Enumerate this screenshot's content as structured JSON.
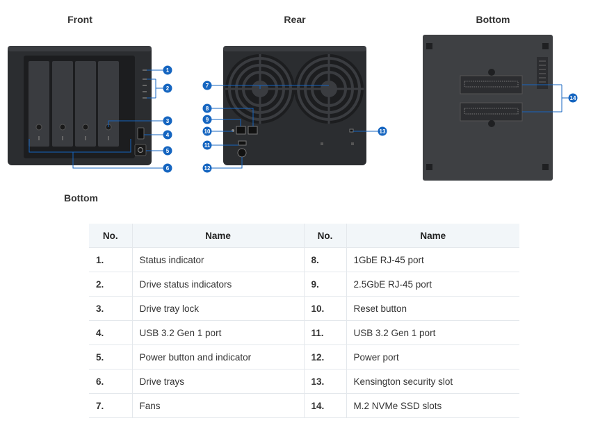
{
  "views": {
    "front": "Front",
    "rear": "Rear",
    "bottom": "Bottom"
  },
  "caption": "Bottom",
  "callouts": [
    "1",
    "2",
    "3",
    "4",
    "5",
    "6",
    "7",
    "8",
    "9",
    "10",
    "11",
    "12",
    "13",
    "14"
  ],
  "table": {
    "headers": [
      "No.",
      "Name",
      "No.",
      "Name"
    ],
    "rows": [
      {
        "no1": "1.",
        "name1": "Status indicator",
        "no2": "8.",
        "name2": "1GbE RJ-45 port"
      },
      {
        "no1": "2.",
        "name1": "Drive status indicators",
        "no2": "9.",
        "name2": "2.5GbE RJ-45 port"
      },
      {
        "no1": "3.",
        "name1": "Drive tray lock",
        "no2": "10.",
        "name2": "Reset button"
      },
      {
        "no1": "4.",
        "name1": "USB 3.2 Gen 1 port",
        "no2": "11.",
        "name2": "USB 3.2 Gen 1 port"
      },
      {
        "no1": "5.",
        "name1": "Power button and indicator",
        "no2": "12.",
        "name2": "Power port"
      },
      {
        "no1": "6.",
        "name1": "Drive trays",
        "no2": "13.",
        "name2": "Kensington security slot"
      },
      {
        "no1": "7.",
        "name1": "Fans",
        "no2": "14.",
        "name2": "M.2 NVMe SSD slots"
      }
    ]
  },
  "colors": {
    "callout": "#1565c0",
    "device": "#2e3033",
    "header_bg": "#f2f6f9"
  }
}
